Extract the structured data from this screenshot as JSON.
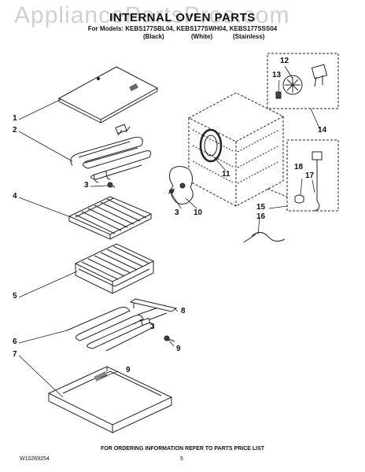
{
  "header": {
    "watermark": "AppliancePartsPros.com",
    "title": "INTERNAL OVEN PARTS",
    "models": "For Models: KEBS177SBL04, KEBS177SWH04, KEBS177SSS04",
    "finishes": [
      "(Black)",
      "(White)",
      "(Stainless)"
    ]
  },
  "callouts": [
    "1",
    "2",
    "3",
    "4",
    "5",
    "6",
    "7",
    "8",
    "9",
    "10",
    "11",
    "12",
    "13",
    "14",
    "15",
    "16",
    "17",
    "18"
  ],
  "callout_repeats": {
    "three_b": "3",
    "three_c": "3",
    "nine_b": "9"
  },
  "footer": {
    "order_info": "FOR ORDERING INFORMATION REFER TO PARTS PRICE LIST",
    "doc_number": "W10269254",
    "page_number": "5"
  }
}
